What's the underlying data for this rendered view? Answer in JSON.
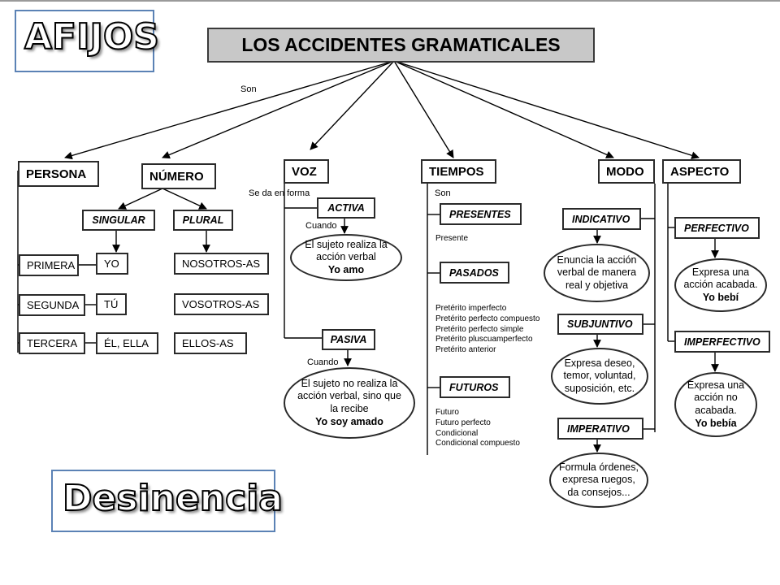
{
  "title": "LOS ACCIDENTES GRAMATICALES",
  "overlay": {
    "top_word": "AFIJOS",
    "bottom_word": "Desinencia"
  },
  "connectors": {
    "son": "Son",
    "se_da_en_forma": "Se da en forma",
    "cuando": "Cuando",
    "tiempos_son": "Son"
  },
  "persona": {
    "label": "PERSONA",
    "items": [
      "PRIMERA",
      "SEGUNDA",
      "TERCERA"
    ]
  },
  "numero": {
    "label": "NÚMERO",
    "singular": {
      "label": "SINGULAR",
      "items": [
        "YO",
        "TÚ",
        "ÉL, ELLA"
      ]
    },
    "plural": {
      "label": "PLURAL",
      "items": [
        "NOSOTROS-AS",
        "VOSOTROS-AS",
        "ELLOS-AS"
      ]
    }
  },
  "voz": {
    "label": "VOZ",
    "activa": {
      "label": "ACTIVA",
      "desc": "El sujeto realiza la acción verbal",
      "example": "Yo amo"
    },
    "pasiva": {
      "label": "PASIVA",
      "desc": "El sujeto no realiza la acción verbal, sino que la recibe",
      "example": "Yo soy amado"
    }
  },
  "tiempos": {
    "label": "TIEMPOS",
    "presentes": {
      "label": "PRESENTES",
      "items": [
        "Presente"
      ]
    },
    "pasados": {
      "label": "PASADOS",
      "items": [
        "Pretérito imperfecto",
        "Pretérito perfecto compuesto",
        "Pretérito perfecto simple",
        "Pretérito pluscuamperfecto",
        "Pretérito anterior"
      ]
    },
    "futuros": {
      "label": "FUTUROS",
      "items": [
        "Futuro",
        "Futuro perfecto",
        "Condicional",
        "Condicional compuesto"
      ]
    }
  },
  "modo": {
    "label": "MODO",
    "indicativo": {
      "label": "INDICATIVO",
      "desc": "Enuncia la acción verbal de manera real y objetiva"
    },
    "subjuntivo": {
      "label": "SUBJUNTIVO",
      "desc": "Expresa deseo, temor, voluntad, suposición, etc."
    },
    "imperativo": {
      "label": "IMPERATIVO",
      "desc": "Formula órdenes, expresa ruegos, da consejos..."
    }
  },
  "aspecto": {
    "label": "ASPECTO",
    "perfectivo": {
      "label": "PERFECTIVO",
      "desc": "Expresa una acción acabada.",
      "example": "Yo bebí"
    },
    "imperfectivo": {
      "label": "IMPERFECTIVO",
      "desc": "Expresa una acción no acabada.",
      "example": "Yo bebía"
    }
  }
}
